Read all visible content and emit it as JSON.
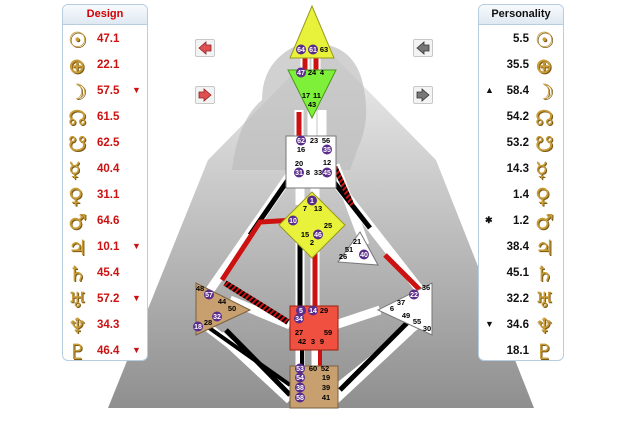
{
  "design": {
    "title": "Design",
    "rows": [
      {
        "glyph": "☉",
        "icon": "sun-icon",
        "value": "47.1",
        "mark": ""
      },
      {
        "glyph": "⊕",
        "icon": "earth-icon",
        "value": "22.1",
        "mark": ""
      },
      {
        "glyph": "☽",
        "icon": "moon-icon",
        "value": "57.5",
        "mark": "▼"
      },
      {
        "glyph": "☊",
        "icon": "north-node-icon",
        "value": "61.5",
        "mark": ""
      },
      {
        "glyph": "☋",
        "icon": "south-node-icon",
        "value": "62.5",
        "mark": ""
      },
      {
        "glyph": "☿",
        "icon": "mercury-icon",
        "value": "40.4",
        "mark": ""
      },
      {
        "glyph": "♀",
        "icon": "venus-icon",
        "value": "31.1",
        "mark": ""
      },
      {
        "glyph": "♂",
        "icon": "mars-icon",
        "value": "64.6",
        "mark": ""
      },
      {
        "glyph": "♃",
        "icon": "jupiter-icon",
        "value": "10.1",
        "mark": "▼"
      },
      {
        "glyph": "♄",
        "icon": "saturn-icon",
        "value": "45.4",
        "mark": ""
      },
      {
        "glyph": "♅",
        "icon": "uranus-icon",
        "value": "57.2",
        "mark": "▼"
      },
      {
        "glyph": "♆",
        "icon": "neptune-icon",
        "value": "34.3",
        "mark": ""
      },
      {
        "glyph": "♇",
        "icon": "pluto-icon",
        "value": "46.4",
        "mark": "▼"
      }
    ]
  },
  "personality": {
    "title": "Personality",
    "rows": [
      {
        "glyph": "☉",
        "icon": "sun-icon",
        "value": "5.5",
        "mark": ""
      },
      {
        "glyph": "⊕",
        "icon": "earth-icon",
        "value": "35.5",
        "mark": ""
      },
      {
        "glyph": "☽",
        "icon": "moon-icon",
        "value": "58.4",
        "mark": "▲"
      },
      {
        "glyph": "☊",
        "icon": "north-node-icon",
        "value": "54.2",
        "mark": ""
      },
      {
        "glyph": "☋",
        "icon": "south-node-icon",
        "value": "53.2",
        "mark": ""
      },
      {
        "glyph": "☿",
        "icon": "mercury-icon",
        "value": "14.3",
        "mark": ""
      },
      {
        "glyph": "♀",
        "icon": "venus-icon",
        "value": "1.4",
        "mark": ""
      },
      {
        "glyph": "♂",
        "icon": "mars-icon",
        "value": "1.2",
        "mark": "✱"
      },
      {
        "glyph": "♃",
        "icon": "jupiter-icon",
        "value": "38.4",
        "mark": ""
      },
      {
        "glyph": "♄",
        "icon": "saturn-icon",
        "value": "45.1",
        "mark": ""
      },
      {
        "glyph": "♅",
        "icon": "uranus-icon",
        "value": "32.2",
        "mark": ""
      },
      {
        "glyph": "♆",
        "icon": "neptune-icon",
        "value": "34.6",
        "mark": "▼"
      },
      {
        "glyph": "♇",
        "icon": "pluto-icon",
        "value": "18.1",
        "mark": ""
      }
    ]
  },
  "colors": {
    "design_red": "#cc1111",
    "glyph_gold": "#c89b35",
    "head_yellow": "#e8f23a",
    "ajna_green": "#7ef03a",
    "sacral_red": "#f05040",
    "root_tan": "#c8a070",
    "personality_purple": "#5a2d8c"
  },
  "gates": {
    "head": [
      "64",
      "61",
      "63"
    ],
    "ajna": [
      "47",
      "24",
      "4",
      "17",
      "11",
      "43"
    ],
    "throat": [
      "62",
      "23",
      "56",
      "16",
      "35",
      "20",
      "31",
      "8",
      "33",
      "45",
      "12"
    ],
    "g_center": [
      "1",
      "7",
      "13",
      "10",
      "25",
      "15",
      "46",
      "2"
    ],
    "ego": [
      "21",
      "51",
      "26",
      "40"
    ],
    "spleen": [
      "48",
      "57",
      "44",
      "50",
      "32",
      "28",
      "18"
    ],
    "solar": [
      "36",
      "22",
      "37",
      "6",
      "49",
      "55",
      "30"
    ],
    "sacral": [
      "5",
      "14",
      "29",
      "34",
      "27",
      "59",
      "42",
      "3",
      "9"
    ],
    "root": [
      "53",
      "60",
      "52",
      "54",
      "19",
      "38",
      "39",
      "58",
      "41"
    ]
  }
}
